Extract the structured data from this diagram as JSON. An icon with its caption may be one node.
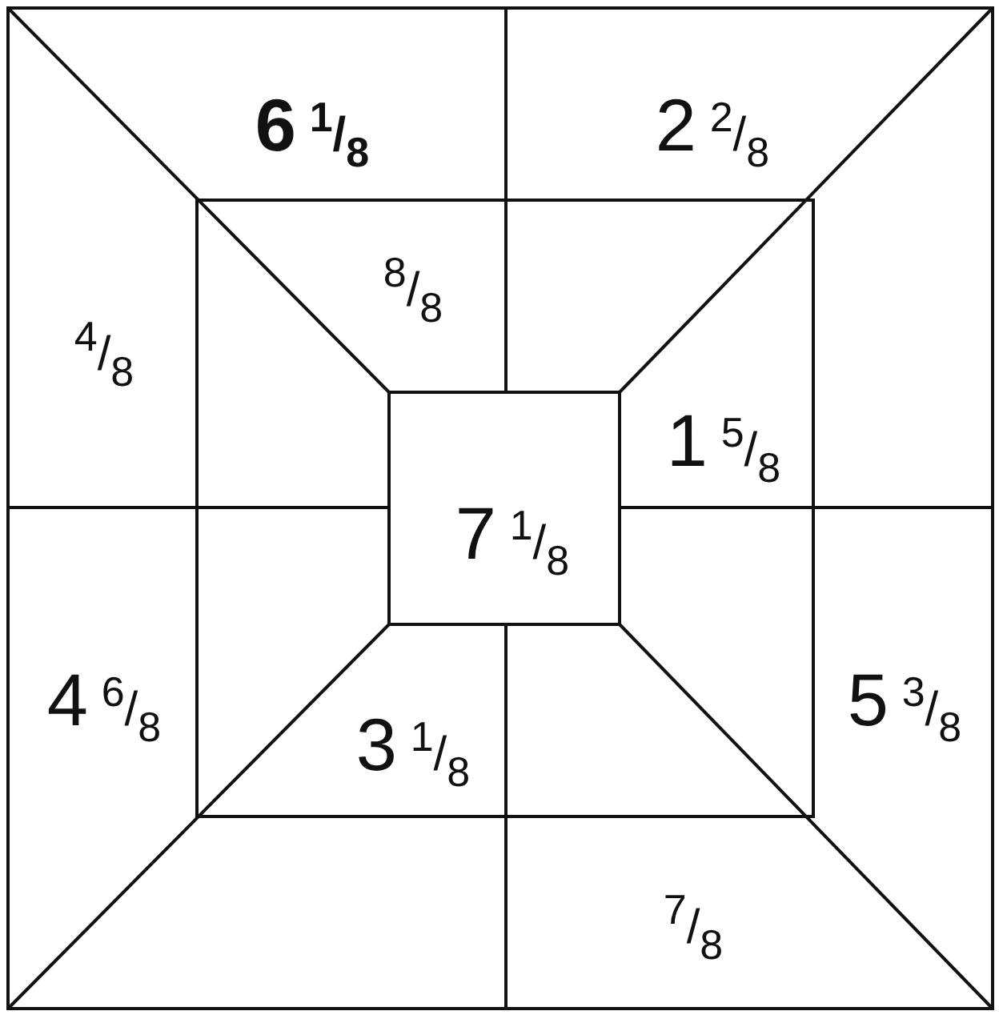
{
  "diagram": {
    "labels": [
      "6 1/8",
      "2 2/8",
      "4/8",
      "8/8",
      "1 5/8",
      "7 1/8",
      "4 6/8",
      "3 1/8",
      "5 3/8",
      "7/8"
    ]
  }
}
